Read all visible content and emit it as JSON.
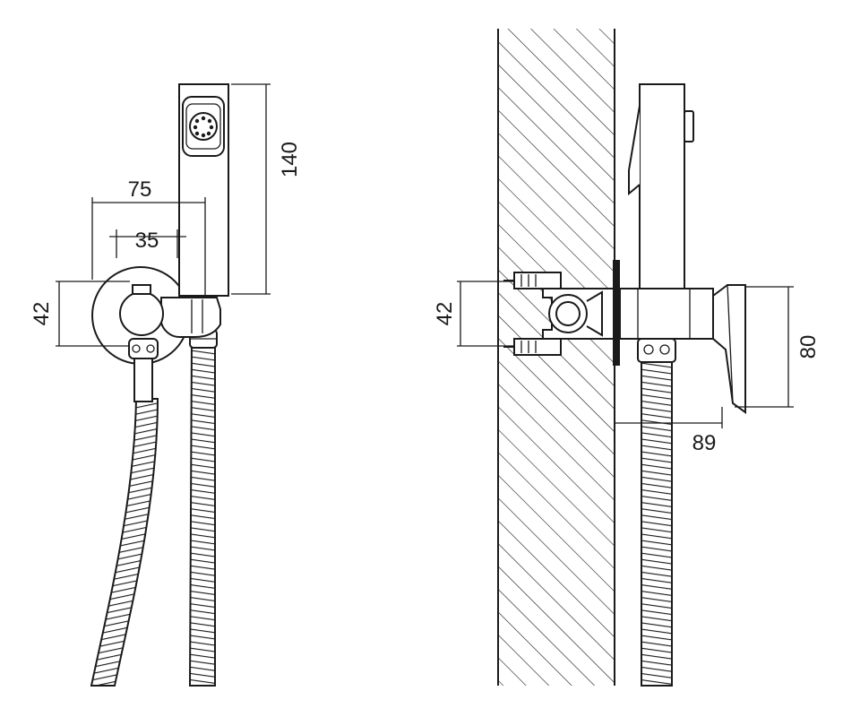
{
  "diagram": {
    "front_view": {
      "dim_width_outer": "75",
      "dim_width_inner": "35",
      "dim_height_left": "42",
      "dim_height_handset": "140"
    },
    "side_view": {
      "dim_height_bracket": "42",
      "dim_height_valve": "80",
      "dim_projection": "89"
    },
    "colors": {
      "line": "#1a1a1a",
      "background": "#ffffff"
    }
  }
}
